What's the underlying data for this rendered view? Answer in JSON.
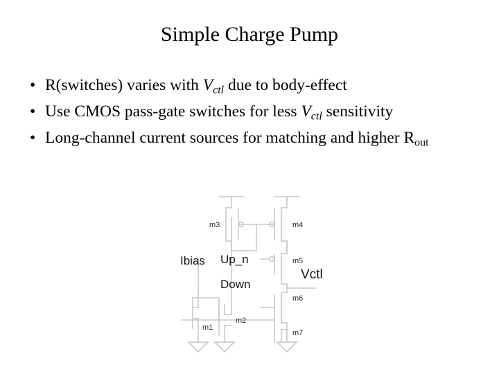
{
  "slide": {
    "title": "Simple Charge Pump",
    "background_color": "#ffffff",
    "text_color": "#000000",
    "bullets": [
      {
        "marker": "•",
        "segments": [
          {
            "text": "R(switches) varies with ",
            "style": "normal"
          },
          {
            "text": "V",
            "style": "italic"
          },
          {
            "text": "ctl",
            "style": "italic-subscript"
          },
          {
            "text": " due to body-effect",
            "style": "normal"
          }
        ],
        "plain": "R(switches) varies with Vctl due to body-effect"
      },
      {
        "marker": "•",
        "segments": [
          {
            "text": "Use CMOS pass-gate switches for less ",
            "style": "normal"
          },
          {
            "text": "V",
            "style": "italic"
          },
          {
            "text": "ctl",
            "style": "italic-subscript"
          },
          {
            "text": " sensitivity",
            "style": "normal"
          }
        ],
        "plain": "Use CMOS pass-gate switches for less Vctl sensitivity"
      },
      {
        "marker": "•",
        "segments": [
          {
            "text": "Long-channel current sources for matching and higher R",
            "style": "normal"
          },
          {
            "text": "out",
            "style": "subscript"
          }
        ],
        "plain": "Long-channel current sources for matching and higher Rout"
      }
    ]
  },
  "circuit": {
    "name": "charge-pump-schematic",
    "line_color": "#c9c9c9",
    "label_color": "#1a1a1a",
    "transistors": [
      {
        "id": "m1",
        "label": "m1"
      },
      {
        "id": "m2",
        "label": "m2"
      },
      {
        "id": "m3",
        "label": "m3"
      },
      {
        "id": "m4",
        "label": "m4"
      },
      {
        "id": "m5",
        "label": "m5"
      },
      {
        "id": "m6",
        "label": "m6"
      },
      {
        "id": "m7",
        "label": "m7"
      }
    ],
    "signals": [
      {
        "id": "ibias",
        "label": "Ibias"
      },
      {
        "id": "up_n",
        "label": "Up_n"
      },
      {
        "id": "down",
        "label": "Down"
      },
      {
        "id": "vctl",
        "label": "Vctl"
      }
    ],
    "ground_symbols": 3
  }
}
